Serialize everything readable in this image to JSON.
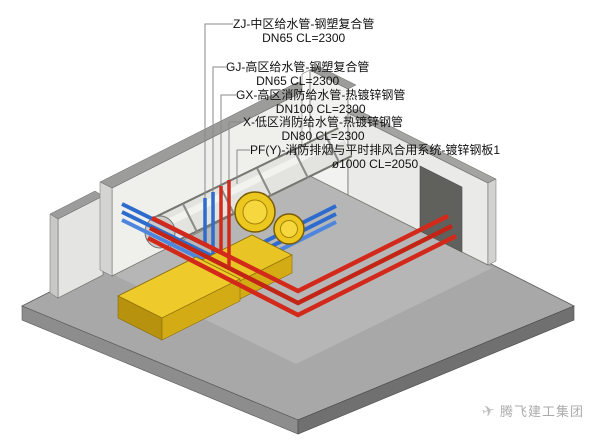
{
  "page": {
    "background": "#ffffff"
  },
  "annotations": [
    {
      "id": "zj",
      "name": "ZJ-中区给水管-钢塑复合管",
      "spec": "DN65 CL=2300"
    },
    {
      "id": "gj",
      "name": "GJ-高区给水管-钢塑复合管",
      "spec": "DN65 CL=2300"
    },
    {
      "id": "gx",
      "name": "GX-高区消防给水管-热镀锌钢管",
      "spec": "DN100 CL=2300"
    },
    {
      "id": "x",
      "name": "X-低区消防给水管-热镀锌钢管",
      "spec": "DN80 CL=2300"
    },
    {
      "id": "pfy",
      "name": "PF(Y)-消防排烟与平时排风合用系统-镀锌钢板1",
      "spec": "ø1000 CL=2050"
    }
  ],
  "watermark": {
    "icon": "paper-plane-icon",
    "icon_glyph": "✈",
    "text": "腾飞建工集团"
  },
  "legend_colors": {
    "fire_pipe_red": "#d3291b",
    "water_pipe_blue": "#2d6cce",
    "duct_yellow": "#ecc71f",
    "concrete_gray": "#a8a8a8",
    "wall_white": "#efefec"
  }
}
